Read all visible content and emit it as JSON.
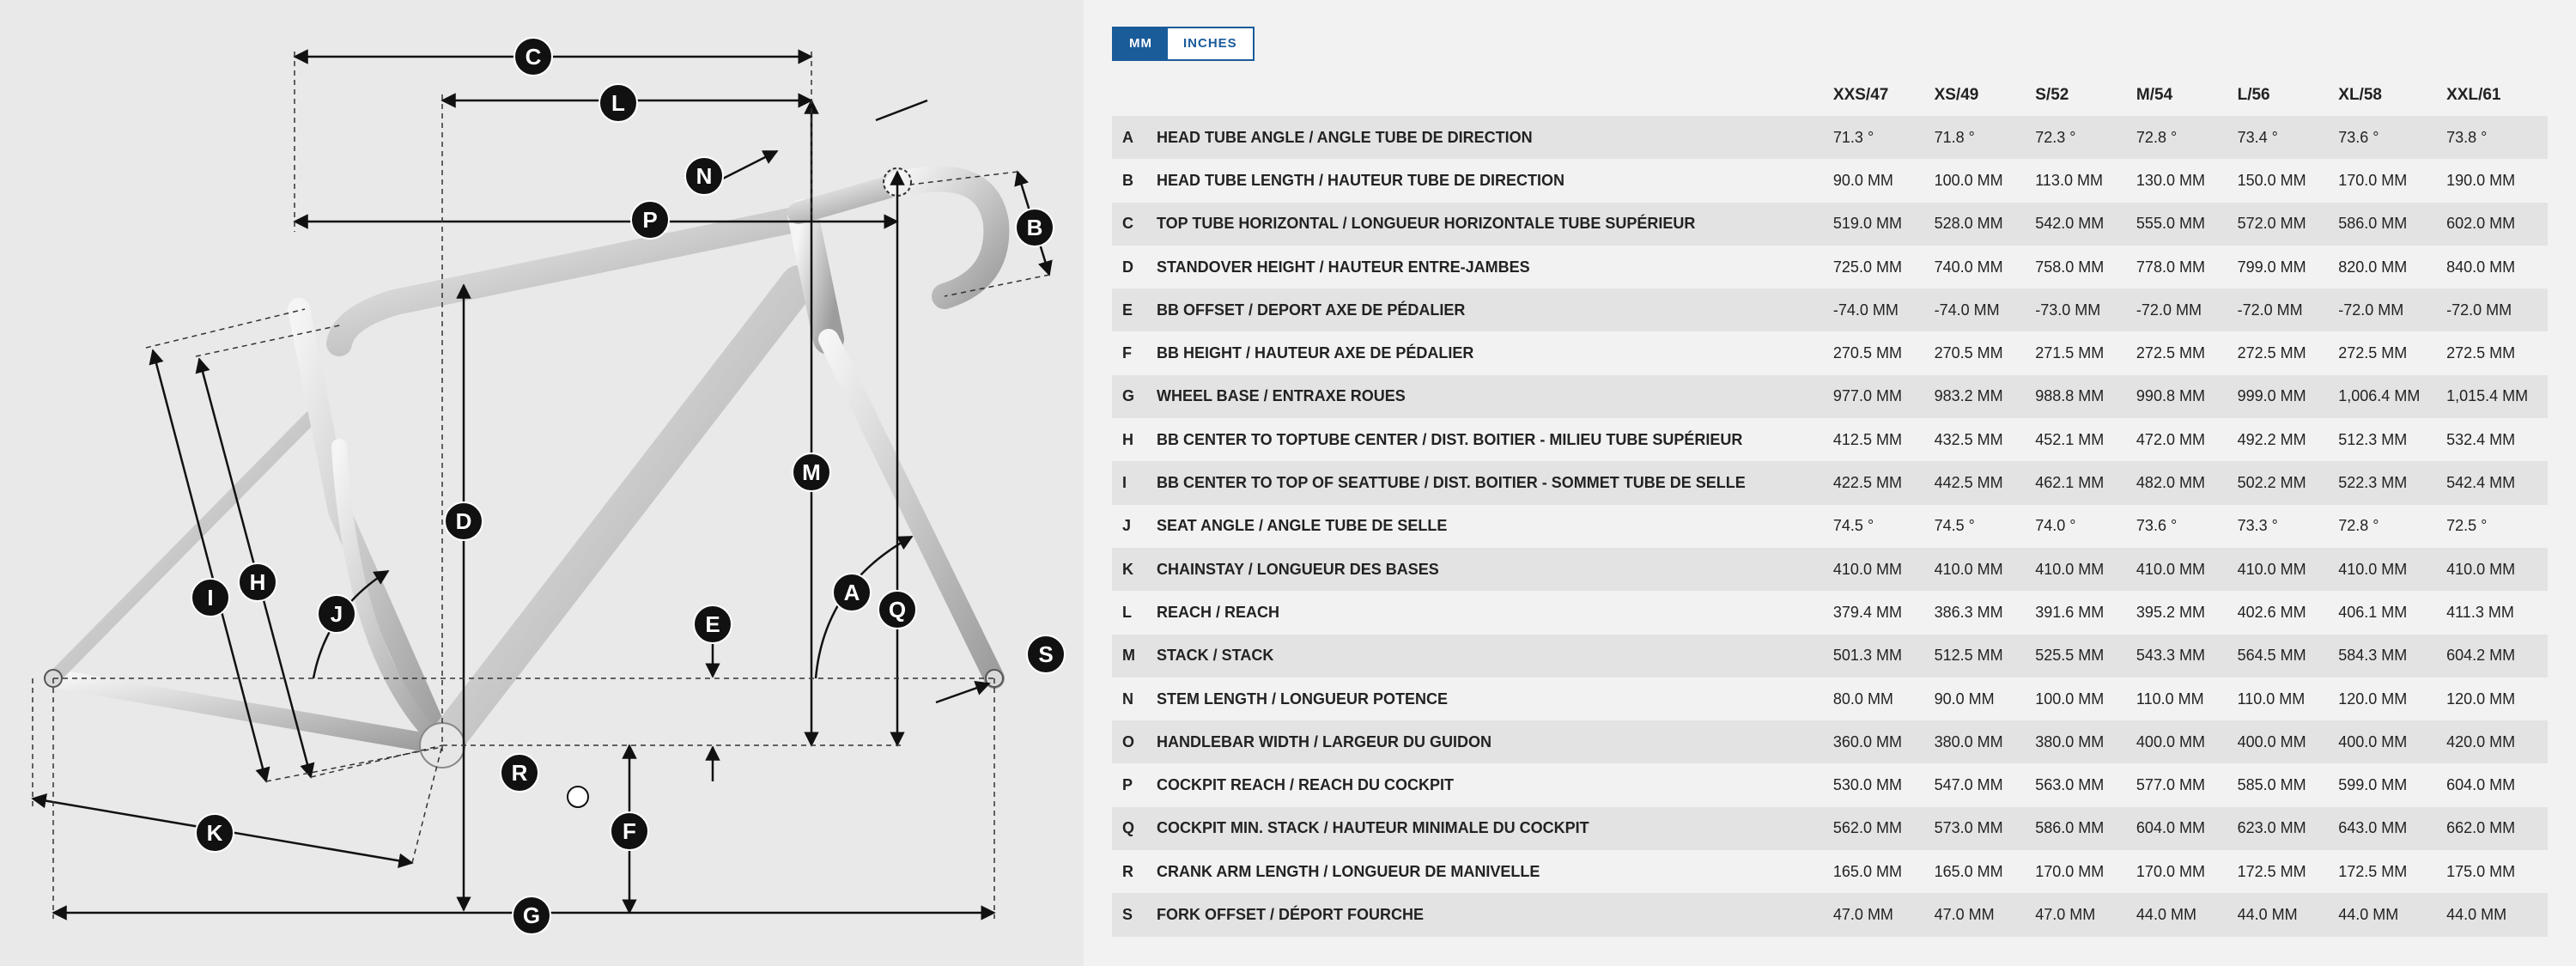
{
  "units": {
    "options": [
      "MM",
      "INCHES"
    ],
    "selected": "MM"
  },
  "diagram": {
    "labels": [
      "A",
      "B",
      "C",
      "D",
      "E",
      "F",
      "G",
      "H",
      "I",
      "J",
      "K",
      "L",
      "M",
      "N",
      "P",
      "Q",
      "R",
      "S"
    ]
  },
  "colors": {
    "accent": "#1a5b9a",
    "row_alt": "#e3e3e3",
    "marker": "#111111"
  },
  "table": {
    "sizes": [
      "XXS/47",
      "XS/49",
      "S/52",
      "M/54",
      "L/56",
      "XL/58",
      "XXL/61"
    ],
    "rows": [
      {
        "id": "A",
        "name": "HEAD TUBE ANGLE / ANGLE TUBE DE DIRECTION",
        "values": [
          "71.3 °",
          "71.8 °",
          "72.3 °",
          "72.8 °",
          "73.4 °",
          "73.6 °",
          "73.8 °"
        ]
      },
      {
        "id": "B",
        "name": "HEAD TUBE LENGTH / HAUTEUR TUBE DE DIRECTION",
        "values": [
          "90.0 MM",
          "100.0 MM",
          "113.0 MM",
          "130.0 MM",
          "150.0 MM",
          "170.0 MM",
          "190.0 MM"
        ]
      },
      {
        "id": "C",
        "name": "TOP TUBE HORIZONTAL / LONGUEUR HORIZONTALE TUBE SUPÉRIEUR",
        "values": [
          "519.0 MM",
          "528.0 MM",
          "542.0 MM",
          "555.0 MM",
          "572.0 MM",
          "586.0 MM",
          "602.0 MM"
        ]
      },
      {
        "id": "D",
        "name": "STANDOVER HEIGHT / HAUTEUR ENTRE-JAMBES",
        "values": [
          "725.0 MM",
          "740.0 MM",
          "758.0 MM",
          "778.0 MM",
          "799.0 MM",
          "820.0 MM",
          "840.0 MM"
        ]
      },
      {
        "id": "E",
        "name": "BB OFFSET / DEPORT AXE DE PÉDALIER",
        "values": [
          "-74.0 MM",
          "-74.0 MM",
          "-73.0 MM",
          "-72.0 MM",
          "-72.0 MM",
          "-72.0 MM",
          "-72.0 MM"
        ]
      },
      {
        "id": "F",
        "name": "BB HEIGHT / HAUTEUR AXE DE PÉDALIER",
        "values": [
          "270.5 MM",
          "270.5 MM",
          "271.5 MM",
          "272.5 MM",
          "272.5 MM",
          "272.5 MM",
          "272.5 MM"
        ]
      },
      {
        "id": "G",
        "name": "WHEEL BASE / ENTRAXE ROUES",
        "values": [
          "977.0 MM",
          "983.2 MM",
          "988.8 MM",
          "990.8 MM",
          "999.0 MM",
          "1,006.4 MM",
          "1,015.4 MM"
        ]
      },
      {
        "id": "H",
        "name": "BB CENTER TO TOPTUBE CENTER / DIST. BOITIER - MILIEU TUBE SUPÉRIEUR",
        "values": [
          "412.5 MM",
          "432.5 MM",
          "452.1 MM",
          "472.0 MM",
          "492.2 MM",
          "512.3 MM",
          "532.4 MM"
        ]
      },
      {
        "id": "I",
        "name": "BB CENTER TO TOP OF SEATTUBE / DIST. BOITIER - SOMMET TUBE DE SELLE",
        "values": [
          "422.5 MM",
          "442.5 MM",
          "462.1 MM",
          "482.0 MM",
          "502.2 MM",
          "522.3 MM",
          "542.4 MM"
        ]
      },
      {
        "id": "J",
        "name": "SEAT ANGLE / ANGLE TUBE DE SELLE",
        "values": [
          "74.5 °",
          "74.5 °",
          "74.0 °",
          "73.6 °",
          "73.3 °",
          "72.8 °",
          "72.5 °"
        ]
      },
      {
        "id": "K",
        "name": "CHAINSTAY / LONGUEUR DES BASES",
        "values": [
          "410.0 MM",
          "410.0 MM",
          "410.0 MM",
          "410.0 MM",
          "410.0 MM",
          "410.0 MM",
          "410.0 MM"
        ]
      },
      {
        "id": "L",
        "name": "REACH / REACH",
        "values": [
          "379.4 MM",
          "386.3 MM",
          "391.6 MM",
          "395.2 MM",
          "402.6 MM",
          "406.1 MM",
          "411.3 MM"
        ]
      },
      {
        "id": "M",
        "name": "STACK / STACK",
        "values": [
          "501.3 MM",
          "512.5 MM",
          "525.5 MM",
          "543.3 MM",
          "564.5 MM",
          "584.3 MM",
          "604.2 MM"
        ]
      },
      {
        "id": "N",
        "name": "STEM LENGTH / LONGUEUR POTENCE",
        "values": [
          "80.0 MM",
          "90.0 MM",
          "100.0 MM",
          "110.0 MM",
          "110.0 MM",
          "120.0 MM",
          "120.0 MM"
        ]
      },
      {
        "id": "O",
        "name": "HANDLEBAR WIDTH / LARGEUR DU GUIDON",
        "values": [
          "360.0 MM",
          "380.0 MM",
          "380.0 MM",
          "400.0 MM",
          "400.0 MM",
          "400.0 MM",
          "420.0 MM"
        ]
      },
      {
        "id": "P",
        "name": "COCKPIT REACH / REACH DU COCKPIT",
        "values": [
          "530.0 MM",
          "547.0 MM",
          "563.0 MM",
          "577.0 MM",
          "585.0 MM",
          "599.0 MM",
          "604.0 MM"
        ]
      },
      {
        "id": "Q",
        "name": "COCKPIT MIN. STACK / HAUTEUR MINIMALE DU COCKPIT",
        "values": [
          "562.0 MM",
          "573.0 MM",
          "586.0 MM",
          "604.0 MM",
          "623.0 MM",
          "643.0 MM",
          "662.0 MM"
        ]
      },
      {
        "id": "R",
        "name": "CRANK ARM LENGTH / LONGUEUR DE MANIVELLE",
        "values": [
          "165.0 MM",
          "165.0 MM",
          "170.0 MM",
          "170.0 MM",
          "172.5 MM",
          "172.5 MM",
          "175.0 MM"
        ]
      },
      {
        "id": "S",
        "name": "FORK OFFSET / DÉPORT FOURCHE",
        "values": [
          "47.0 MM",
          "47.0 MM",
          "47.0 MM",
          "44.0 MM",
          "44.0 MM",
          "44.0 MM",
          "44.0 MM"
        ]
      }
    ]
  }
}
